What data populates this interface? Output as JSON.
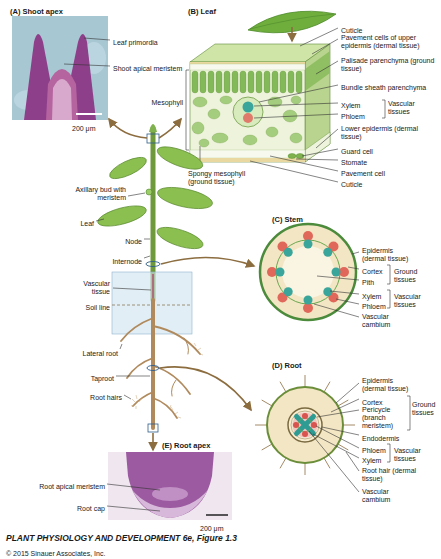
{
  "diagram": {
    "caption": "PLANT PHYSIOLOGY AND DEVELOPMENT 6e, Figure 1.3",
    "labels": [
      "(A) Shoot apex",
      "Leaf primordia",
      "Shoot apical meristem",
      "200 μm",
      "(B) Leaf",
      "Cuticle",
      "Pavement cells of upper epidermis (dermal tissue)",
      "Palisade parenchyma (ground tissue)",
      "Bundle sheath parenchyma",
      "Xylem",
      "Phloem",
      "Vascular tissues",
      "Mesophyll",
      "Lower epidermis (dermal tissue)",
      "Guard cell",
      "Stomate",
      "Pavement cell",
      "Cuticle",
      "Spongy mesophyll (ground tissue)",
      "Axillary bud with meristem",
      "Leaf",
      "Node",
      "Internode",
      "Vascular tissue",
      "Soil line",
      "Lateral root",
      "Taproot",
      "Root hairs",
      "(C) Stem",
      "Epidermis (dermal tissue)",
      "Cortex",
      "Pith",
      "Ground tissues",
      "Xylem",
      "Phloem",
      "Vascular tissues",
      "Vascular cambium",
      "(D) Root",
      "Epidermis (dermal tissue)",
      "Cortex",
      "Pericycle (branch meristem)",
      "Ground tissues",
      "Endodermis",
      "Phloem",
      "Xylem",
      "Vascular tissues",
      "Root hair (dermal tissue)",
      "Vascular cambium",
      "(E) Root apex",
      "Root apical meristem",
      "Root cap",
      "200 μm",
      "© 2015 Sinauer Associates, Inc."
    ]
  }
}
